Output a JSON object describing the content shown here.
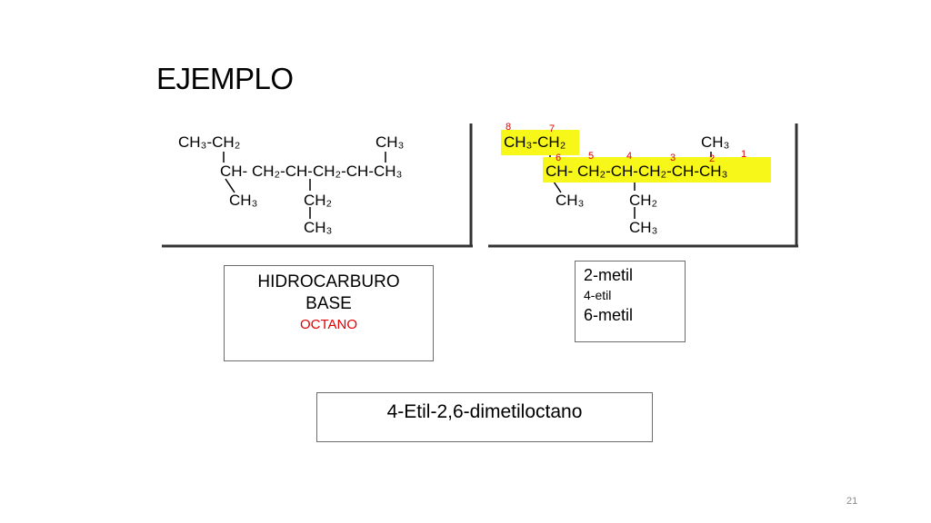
{
  "slide": {
    "title": "EJEMPLO",
    "page_number": "21"
  },
  "left_structure": {
    "top_row": "CH₃-CH₂",
    "top_right": "CH₃",
    "main_chain": "CH- CH₂-CH-CH₂-CH-CH₃",
    "branch_left": "CH₃",
    "branch_mid_1": "CH₂",
    "branch_mid_2": "CH₃"
  },
  "right_structure": {
    "top_row": "CH₃-CH₂",
    "top_right": "CH₃",
    "main_chain": "CH- CH₂-CH-CH₂-CH-CH₃",
    "branch_left": "CH₃",
    "branch_mid_1": "CH₂",
    "branch_mid_2": "CH₃",
    "highlight_color": "#f7f71a",
    "number_color": "#e00000",
    "numbers": [
      "8",
      "7",
      "6",
      "5",
      "4",
      "3",
      "2",
      "1"
    ]
  },
  "base_box": {
    "line1": "HIDROCARBURO",
    "line2": "BASE",
    "line3": "OCTANO"
  },
  "subst_box": {
    "line1": "2-metil",
    "line2": "4-etil",
    "line3": "6-metil"
  },
  "name_box": {
    "text": "4-Etil-2,6-dimetiloctano"
  }
}
